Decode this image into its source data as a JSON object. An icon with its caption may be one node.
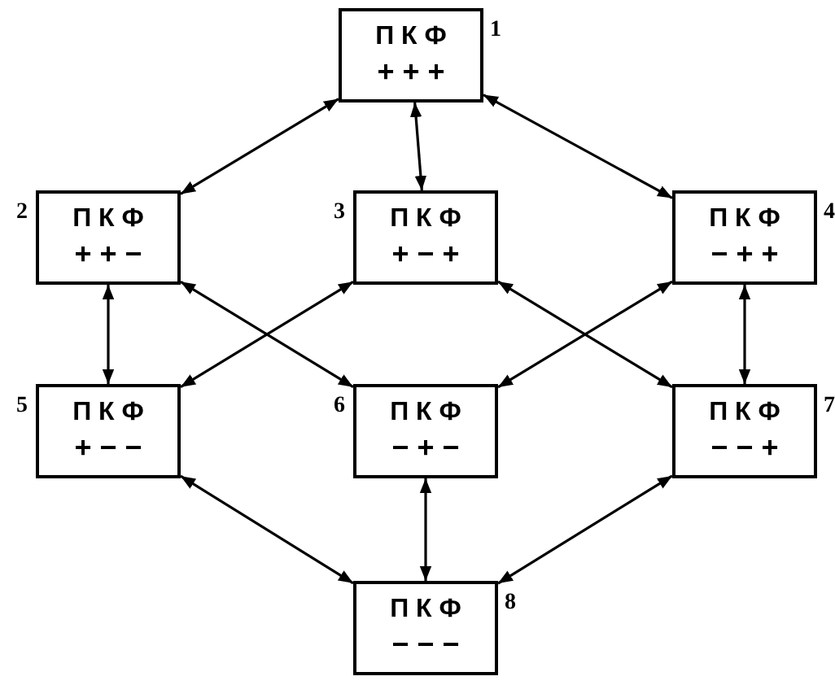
{
  "diagram": {
    "nodes": [
      {
        "text": [
          "П К Ф",
          "+ + +"
        ],
        "beside": [
          "1"
        ]
      },
      {
        "text": [
          "П К Ф",
          "+ + −"
        ],
        "beside": [
          "2"
        ]
      },
      {
        "text": [
          "П К Ф",
          "+ − +"
        ],
        "beside": [
          "3"
        ]
      },
      {
        "text": [
          "П К Ф",
          "− + +"
        ],
        "beside": [
          "4"
        ]
      },
      {
        "text": [
          "П К Ф",
          "+ − −"
        ],
        "beside": [
          "5"
        ]
      },
      {
        "text": [
          "П К Ф",
          "− + −"
        ],
        "beside": [
          "6"
        ]
      },
      {
        "text": [
          "П К Ф",
          "− − +"
        ],
        "beside": [
          "7"
        ]
      },
      {
        "text": [
          "П К Ф",
          "− − −"
        ],
        "beside": [
          "8"
        ]
      }
    ],
    "edges": [
      {
        "from": 0,
        "to": 1,
        "arrow": "both"
      },
      {
        "from": 0,
        "to": 2,
        "arrow": "both"
      },
      {
        "from": 0,
        "to": 3,
        "arrow": "both"
      },
      {
        "from": 1,
        "to": 4,
        "arrow": "both"
      },
      {
        "from": 1,
        "to": 5,
        "arrow": "both"
      },
      {
        "from": 2,
        "to": 4,
        "arrow": "both"
      },
      {
        "from": 2,
        "to": 6,
        "arrow": "both"
      },
      {
        "from": 3,
        "to": 5,
        "arrow": "both"
      },
      {
        "from": 3,
        "to": 6,
        "arrow": "both"
      },
      {
        "from": 4,
        "to": 7,
        "arrow": "both"
      },
      {
        "from": 5,
        "to": 7,
        "arrow": "both"
      },
      {
        "from": 6,
        "to": 7,
        "arrow": "both"
      }
    ]
  }
}
